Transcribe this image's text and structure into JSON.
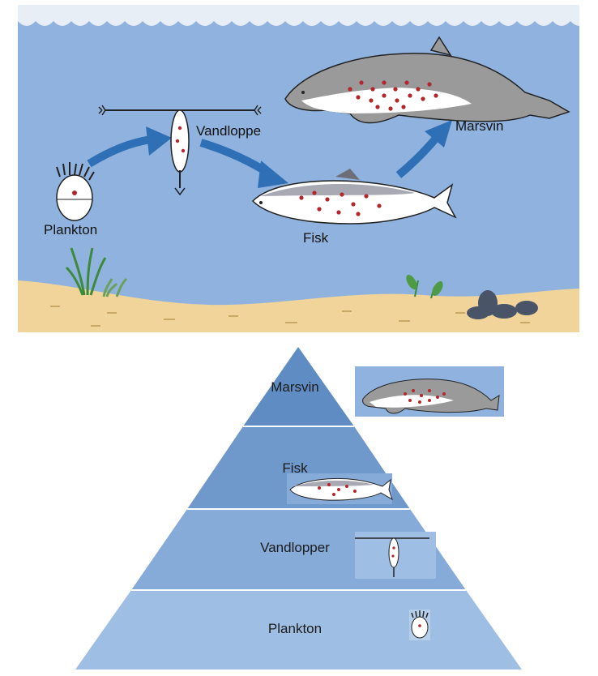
{
  "food_chain": {
    "labels": {
      "plankton": "Plankton",
      "water_flea": "Vandloppe",
      "fish": "Fisk",
      "porpoise": "Marsvin"
    }
  },
  "pyramid": {
    "levels": [
      {
        "label": "Marsvin",
        "icon": "porpoise-icon"
      },
      {
        "label": "Fisk",
        "icon": "herring-icon"
      },
      {
        "label": "Vandlopper",
        "icon": "water-flea-icon"
      },
      {
        "label": "Plankton",
        "icon": "plankton-icon"
      }
    ]
  },
  "colors": {
    "water": "#8fb3de",
    "sand": "#f0d49a",
    "arrow": "#2e6fb5",
    "pollutant_dot": "#b3262b",
    "porpoise_back": "#9a9a9a",
    "tier_top": "#5f8cc2",
    "tier_2": "#6f98cb",
    "tier_3": "#86abd8",
    "tier_base": "#9fbee3"
  }
}
